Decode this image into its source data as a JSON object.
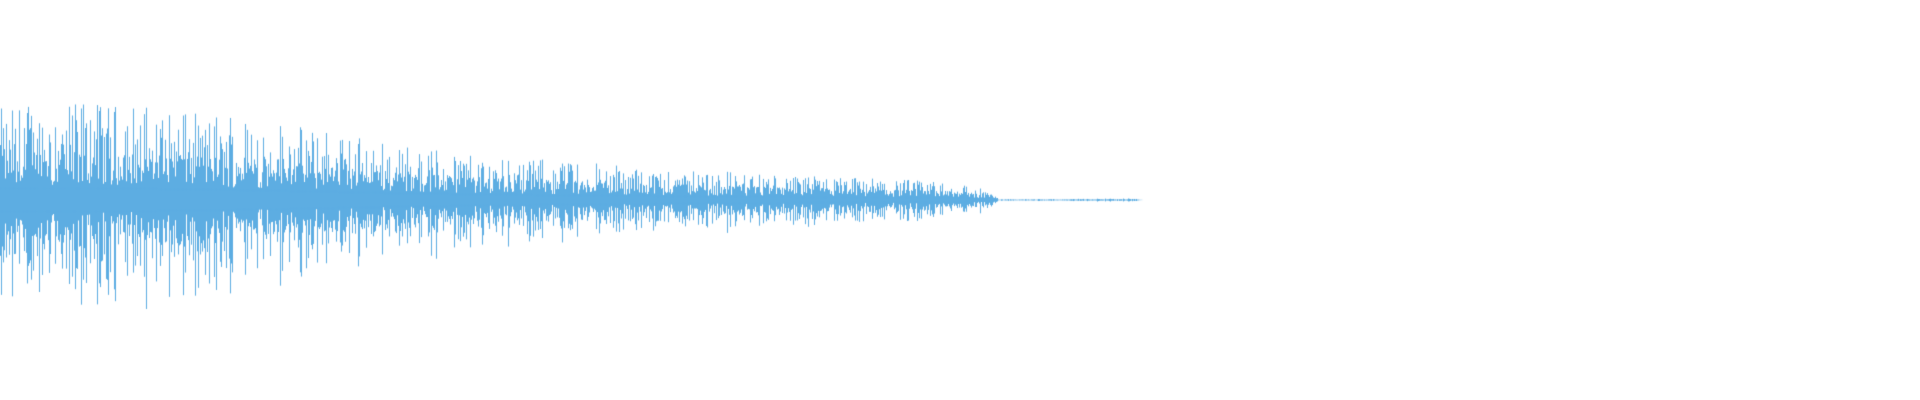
{
  "waveform": {
    "color": "#5dade2",
    "background": "#ffffff",
    "style": "bars",
    "baseline": "center",
    "envelope": [
      {
        "t": 0.0,
        "amp": 0.48
      },
      {
        "t": 0.02,
        "amp": 0.5
      },
      {
        "t": 0.05,
        "amp": 0.49
      },
      {
        "t": 0.08,
        "amp": 0.46
      },
      {
        "t": 0.12,
        "amp": 0.42
      },
      {
        "t": 0.16,
        "amp": 0.36
      },
      {
        "t": 0.2,
        "amp": 0.29
      },
      {
        "t": 0.25,
        "amp": 0.23
      },
      {
        "t": 0.3,
        "amp": 0.19
      },
      {
        "t": 0.35,
        "amp": 0.16
      },
      {
        "t": 0.4,
        "amp": 0.13
      },
      {
        "t": 0.45,
        "amp": 0.11
      },
      {
        "t": 0.5,
        "amp": 0.09
      },
      {
        "t": 0.515,
        "amp": 0.05
      },
      {
        "t": 0.52,
        "amp": 0.004
      },
      {
        "t": 0.59,
        "amp": 0.008
      },
      {
        "t": 0.595,
        "amp": 0.0
      },
      {
        "t": 1.0,
        "amp": 0.0
      }
    ]
  }
}
